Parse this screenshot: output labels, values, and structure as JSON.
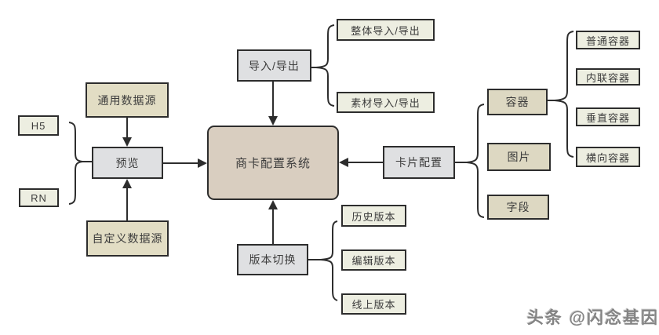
{
  "nodes": {
    "main": "商卡配置系统",
    "preview": "预览",
    "h5": "H5",
    "rn": "RN",
    "common_datasource": "通用数据源",
    "custom_datasource": "自定义数据源",
    "import_export": "导入/导出",
    "whole_import_export": "整体导入/导出",
    "material_import_export": "素材导入/导出",
    "card_config": "卡片配置",
    "container": "容器",
    "image": "图片",
    "field": "字段",
    "normal_container": "普通容器",
    "inline_container": "内联容器",
    "vertical_container": "垂直容器",
    "horizontal_container": "横向容器",
    "version_switch": "版本切换",
    "history_version": "历史版本",
    "edit_version": "编辑版本",
    "online_version": "线上版本"
  },
  "watermark": "头条 @闪念基因",
  "colors": {
    "main_fill": "#d9cec0",
    "action_fill": "#dfe0e2",
    "datasource_fill": "#e2ddc4",
    "category_fill": "#ddd8c2",
    "leaf_fill": "#edeee1",
    "border": "#2d2d2d",
    "background": "#ffffff"
  }
}
